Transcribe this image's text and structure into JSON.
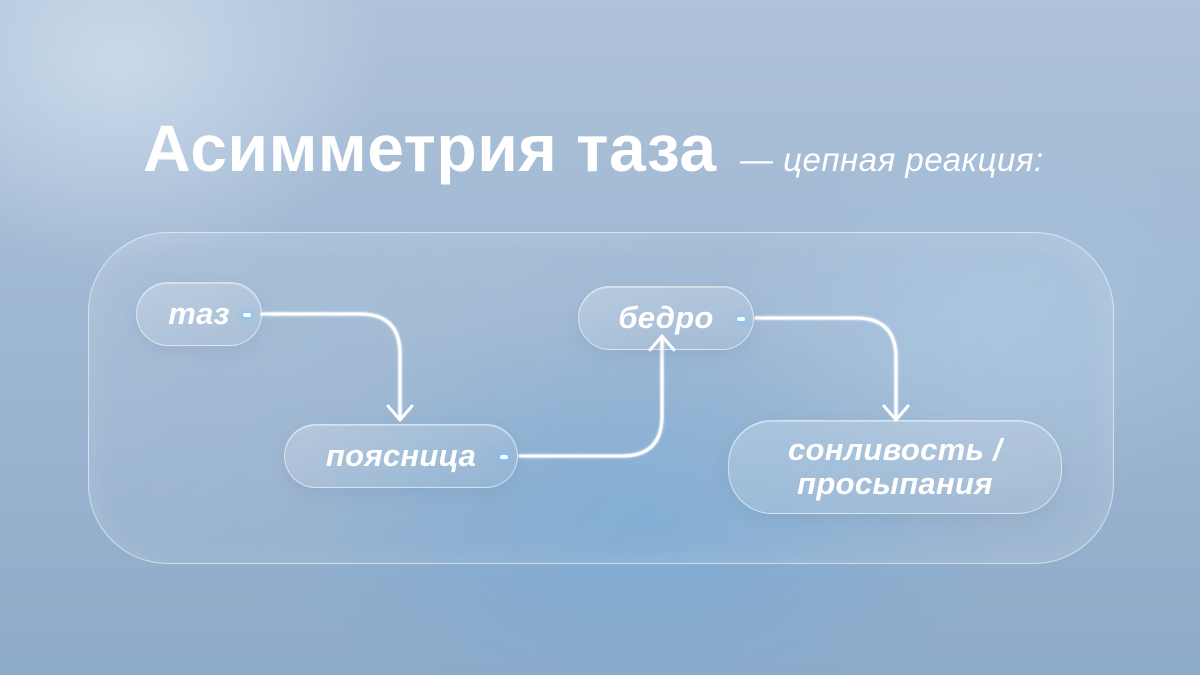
{
  "title": "Асимметрия таза",
  "subtitle": "— цепная реакция:",
  "nodes": [
    {
      "id": "taz",
      "label": "таз"
    },
    {
      "id": "poyasnitsa",
      "label": "поясница"
    },
    {
      "id": "bedro",
      "label": "бедро"
    },
    {
      "id": "sleep",
      "label": "сонливость /\nпросыпания"
    }
  ],
  "edges": [
    {
      "from": "таз",
      "to": "поясница"
    },
    {
      "from": "поясница",
      "to": "бедро"
    },
    {
      "from": "бедро",
      "to": "сонливость / просыпания"
    }
  ],
  "colors": {
    "text": "#ffffff",
    "connector": "#ffffff",
    "glow": "#78c8ff"
  }
}
